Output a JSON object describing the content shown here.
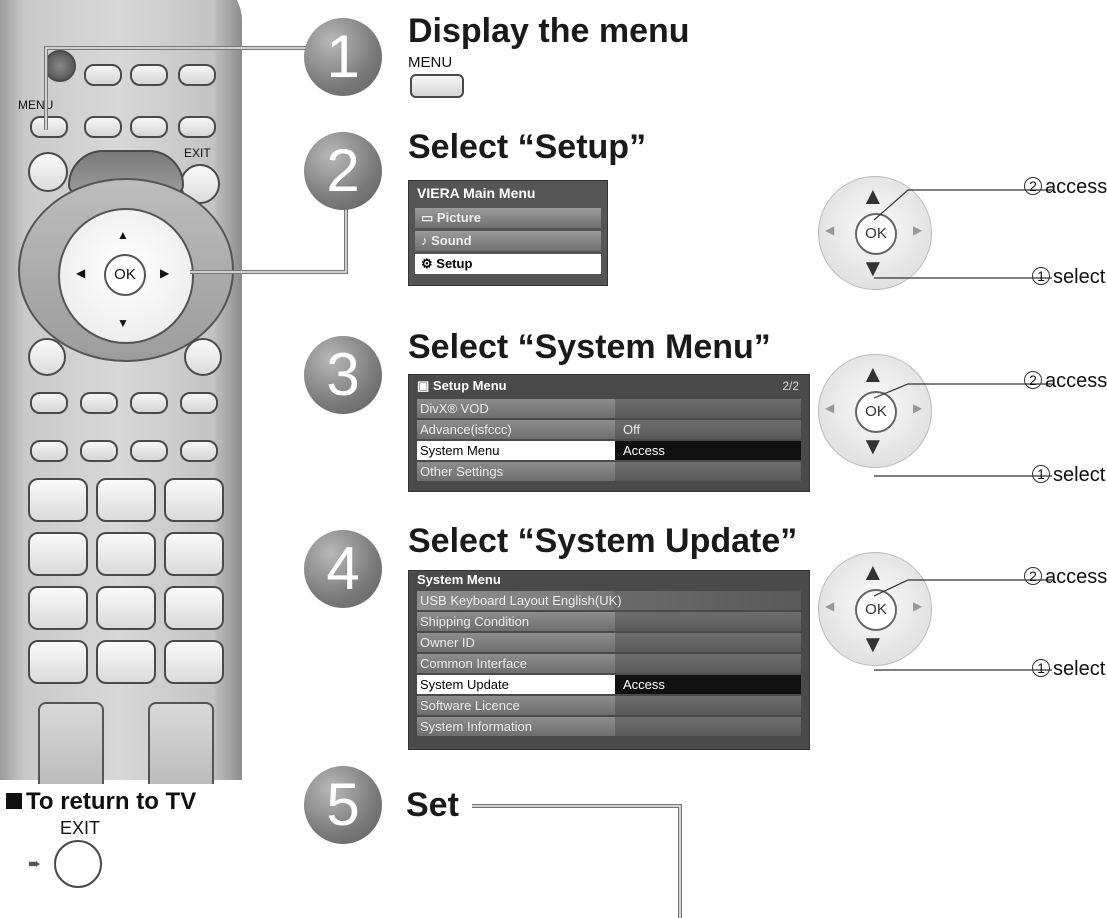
{
  "steps": [
    {
      "number": "1",
      "heading": "Display the menu"
    },
    {
      "number": "2",
      "heading": "Select “Setup”"
    },
    {
      "number": "3",
      "heading": "Select “System Menu”"
    },
    {
      "number": "4",
      "heading": "Select “System Update”"
    },
    {
      "number": "5",
      "heading": "Set"
    }
  ],
  "step1": {
    "button_label": "MENU"
  },
  "main_menu": {
    "title": "VIERA Main Menu",
    "items": [
      "Picture",
      "Sound",
      "Setup"
    ],
    "selected": "Setup"
  },
  "setup_menu": {
    "title": "Setup Menu",
    "page": "2/2",
    "rows": [
      {
        "label": "DivX® VOD",
        "value": ""
      },
      {
        "label": "Advance(isfccc)",
        "value": "Off"
      },
      {
        "label": "System Menu",
        "value": "Access"
      },
      {
        "label": "Other Settings",
        "value": ""
      }
    ],
    "selected": "System Menu"
  },
  "system_menu": {
    "title": "System Menu",
    "rows": [
      {
        "label": "USB Keyboard Layout",
        "value": "English(UK)"
      },
      {
        "label": "Shipping Condition",
        "value": ""
      },
      {
        "label": "Owner ID",
        "value": ""
      },
      {
        "label": "Common Interface",
        "value": ""
      },
      {
        "label": "System Update",
        "value": "Access"
      },
      {
        "label": "Software Licence",
        "value": ""
      },
      {
        "label": "System Information",
        "value": ""
      }
    ],
    "selected": "System Update"
  },
  "dpad": {
    "ok_label": "OK",
    "access_label": "access",
    "select_label": "select",
    "access_num": "②",
    "select_num": "①"
  },
  "remote": {
    "menu_label": "MENU",
    "exit_label": "EXIT",
    "ok_label": "OK"
  },
  "return_section": {
    "heading": "To return to TV",
    "exit_label": "EXIT"
  }
}
